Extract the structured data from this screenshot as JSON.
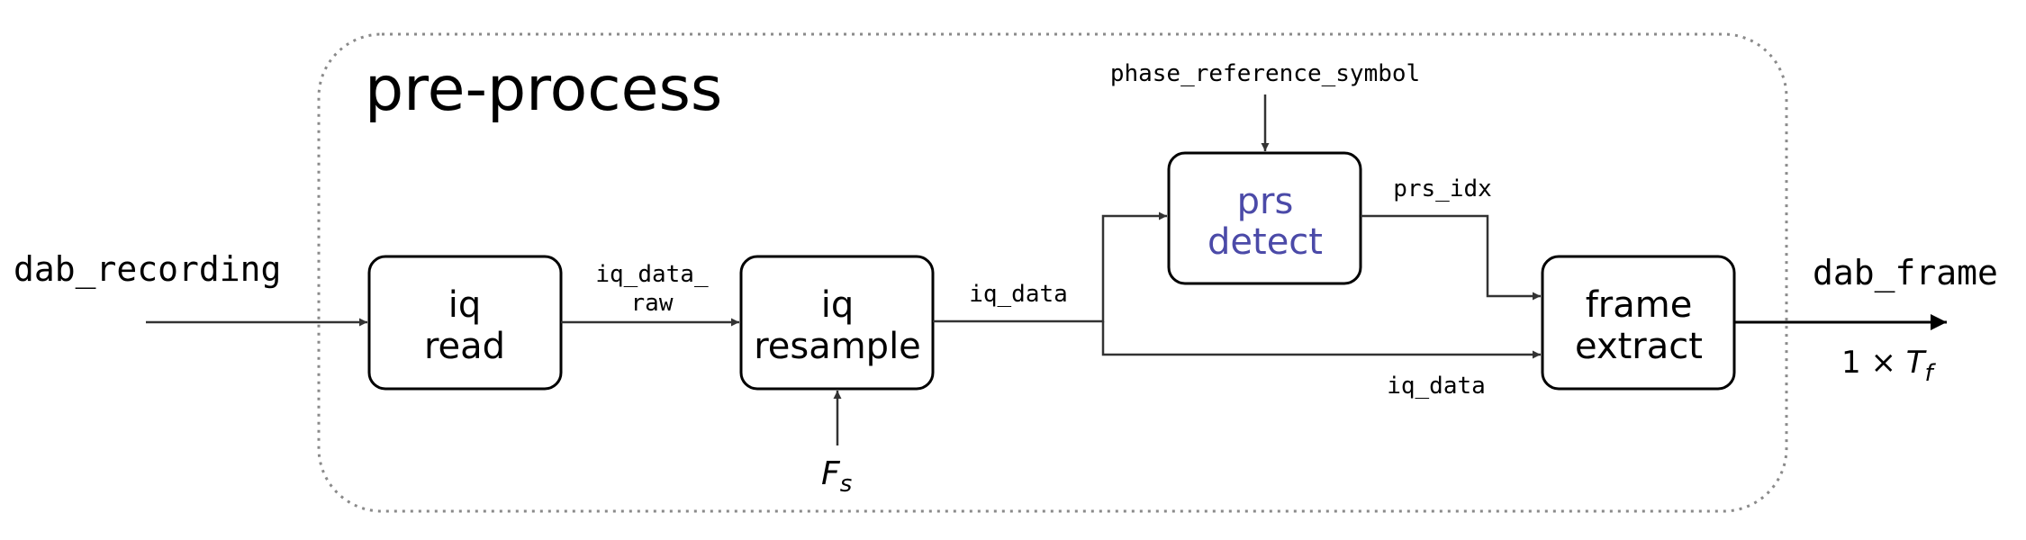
{
  "group": {
    "title": "pre-process"
  },
  "blocks": {
    "iq_read": {
      "line1": "iq",
      "line2": "read"
    },
    "iq_resample": {
      "line1": "iq",
      "line2": "resample"
    },
    "prs_detect": {
      "line1": "prs",
      "line2": "detect"
    },
    "frame_extract": {
      "line1": "frame",
      "line2": "extract"
    }
  },
  "signals": {
    "input": "dab_recording",
    "iq_data_raw_1": "iq_data_",
    "iq_data_raw_2": "raw",
    "iq_data_top": "iq_data",
    "iq_data_bottom": "iq_data",
    "prs_idx": "prs_idx",
    "phase_ref": "phase_reference_symbol",
    "fs_main": "F",
    "fs_sub": "s",
    "output": "dab_frame",
    "tf_prefix": "1 × ",
    "tf_main": "T",
    "tf_sub": "f"
  },
  "colors": {
    "stroke": "#000000",
    "arrow": "#333333",
    "dotted": "#8a8a8a",
    "accent": "#4b4aa8"
  }
}
